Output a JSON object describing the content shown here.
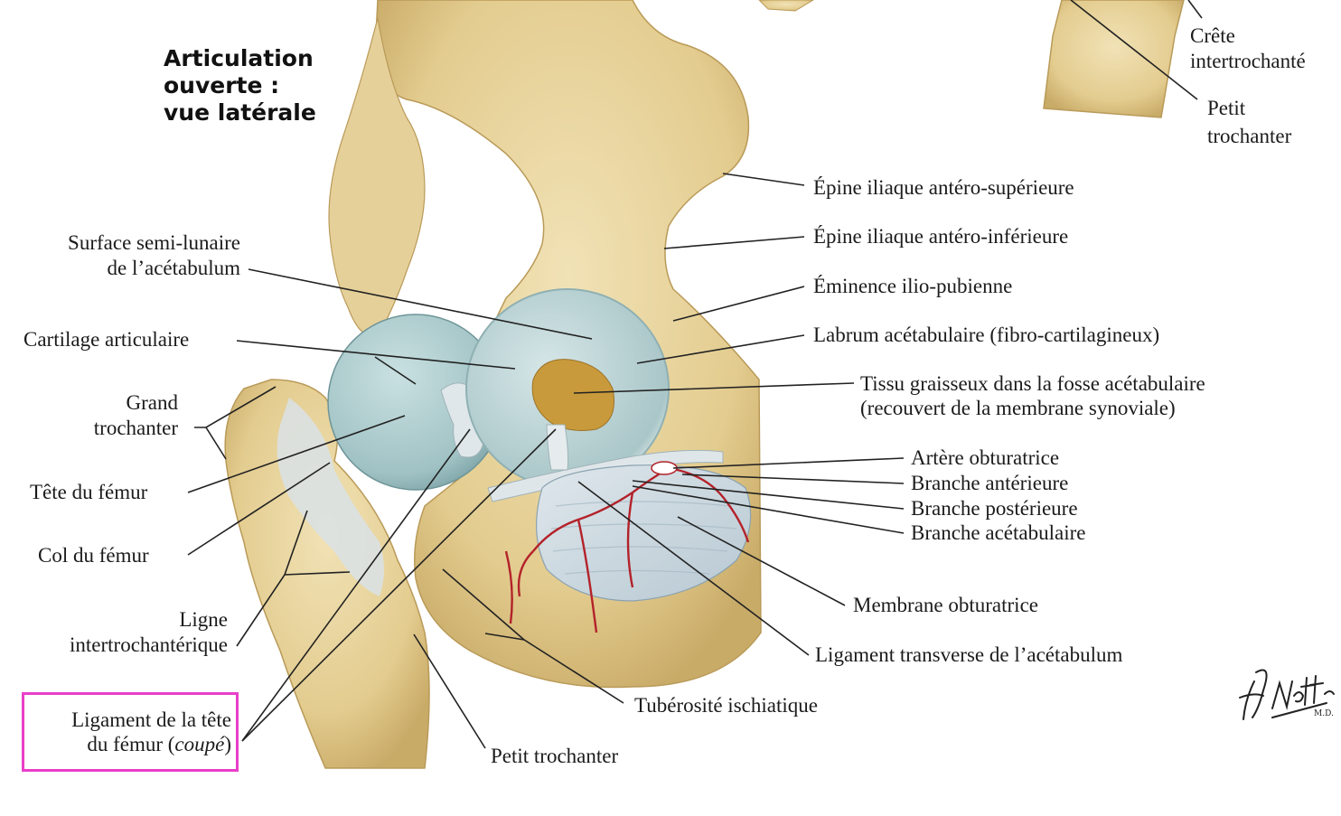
{
  "title": [
    "Articulation",
    "ouverte :",
    "vue latérale"
  ],
  "labels": {
    "crete": [
      "Crête",
      "intertrochanté"
    ],
    "petit_trochanter_top": [
      "Petit",
      "trochanter"
    ],
    "epine_sup": "Épine iliaque antéro-supérieure",
    "epine_inf": "Épine iliaque antéro-inférieure",
    "eminence": "Éminence ilio-pubienne",
    "labrum": "Labrum acétabulaire (fibro-cartilagineux)",
    "tissu": [
      "Tissu graisseux dans la fosse acétabulaire",
      "(recouvert de la membrane synoviale)"
    ],
    "surface": [
      "Surface semi-lunaire",
      "de l’acétabulum"
    ],
    "cartilage": "Cartilage articulaire",
    "grand_trochanter": [
      "Grand",
      "trochanter"
    ],
    "tete": "Tête du fémur",
    "col": "Col du fémur",
    "ligne": [
      "Ligne",
      "intertrochantérique"
    ],
    "ligament_tete": [
      "Ligament de la tête",
      "du fémur ("
    ],
    "ligament_tete_italic": "coupé",
    "ligament_tete_close": ")",
    "artere": "Artère obturatrice",
    "branche_ant": "Branche antérieure",
    "branche_post": "Branche postérieure",
    "branche_acet": "Branche acétabulaire",
    "membrane": "Membrane obturatrice",
    "ligament_transverse": "Ligament transverse de l’acétabulum",
    "tuberosite": "Tubérosité ischiatique",
    "petit_trochanter_bottom": "Petit trochanter"
  },
  "colors": {
    "bone": "#e8d39c",
    "bone_shadow": "#c9ab68",
    "cartilage": "#a9c9cb",
    "ligament": "#d6dfe4",
    "fat": "#c99a3b",
    "artery": "#b3222a",
    "highlight": "#e83fc9"
  }
}
